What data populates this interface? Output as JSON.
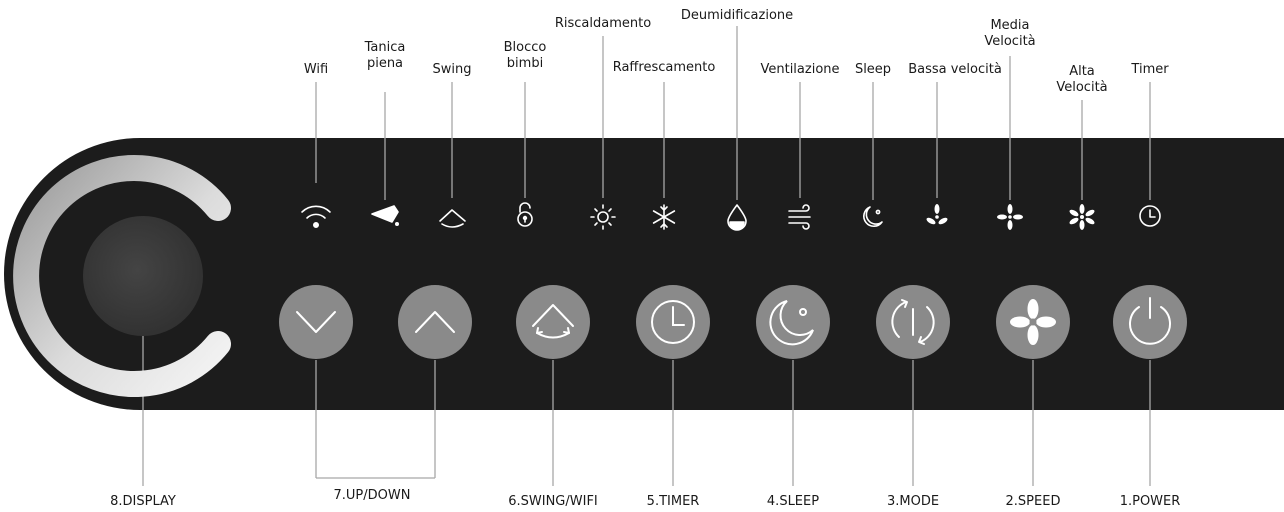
{
  "indicators": [
    {
      "id": "wifi",
      "lines": [
        "Wifi"
      ],
      "icon": "wifi-icon"
    },
    {
      "id": "tank",
      "lines": [
        "Tanica",
        "piena"
      ],
      "icon": "full-tank-icon"
    },
    {
      "id": "swing",
      "lines": [
        "Swing"
      ],
      "icon": "swing-icon"
    },
    {
      "id": "childlock",
      "lines": [
        "Blocco",
        "bimbi"
      ],
      "icon": "padlock-icon"
    },
    {
      "id": "heat",
      "lines": [
        "Riscaldamento"
      ],
      "icon": "sun-icon"
    },
    {
      "id": "cool",
      "lines": [
        "Raffrescamento"
      ],
      "icon": "snowflake-icon"
    },
    {
      "id": "dehum",
      "lines": [
        "Deumidificazione"
      ],
      "icon": "water-drop-icon"
    },
    {
      "id": "fan",
      "lines": [
        "Ventilazione"
      ],
      "icon": "wind-icon"
    },
    {
      "id": "sleep",
      "lines": [
        "Sleep"
      ],
      "icon": "moon-icon"
    },
    {
      "id": "low",
      "lines": [
        "Bassa velocità"
      ],
      "icon": "fan-low-icon"
    },
    {
      "id": "mid",
      "lines": [
        "Media",
        "Velocità"
      ],
      "icon": "fan-medium-icon"
    },
    {
      "id": "high",
      "lines": [
        "Alta",
        "Velocità"
      ],
      "icon": "fan-high-icon"
    },
    {
      "id": "timer",
      "lines": [
        "Timer"
      ],
      "icon": "clock-icon"
    }
  ],
  "buttons": [
    {
      "id": "down",
      "label": "7.UP/DOWN",
      "icon": "chevron-down-icon"
    },
    {
      "id": "up",
      "label": "7.UP/DOWN",
      "icon": "chevron-up-icon"
    },
    {
      "id": "swingwifi",
      "label": "6.SWING/WIFI",
      "icon": "swing-icon"
    },
    {
      "id": "timer",
      "label": "5.TIMER",
      "icon": "clock-icon"
    },
    {
      "id": "sleep",
      "label": "4.SLEEP",
      "icon": "moon-icon"
    },
    {
      "id": "mode",
      "label": "3.MODE",
      "icon": "mode-cycle-icon"
    },
    {
      "id": "speed",
      "label": "2.SPEED",
      "icon": "fan-icon"
    },
    {
      "id": "power",
      "label": "1.POWER",
      "icon": "power-icon"
    }
  ],
  "bottom_labels": {
    "display": "8.DISPLAY",
    "updown": "7.UP/DOWN",
    "swingwifi": "6.SWING/WIFI",
    "timer": "5.TIMER",
    "sleep": "4.SLEEP",
    "mode": "3.MODE",
    "speed": "2.SPEED",
    "power": "1.POWER"
  },
  "colors": {
    "panel": "#1c1c1c",
    "button": "#8a8a8a",
    "icon_line": "#ffffff",
    "leader": "#a8a8a8",
    "ring_light": "#f2f2f2",
    "ring_dark": "#9a9a9a",
    "display_disc": "#3a3a3a"
  }
}
